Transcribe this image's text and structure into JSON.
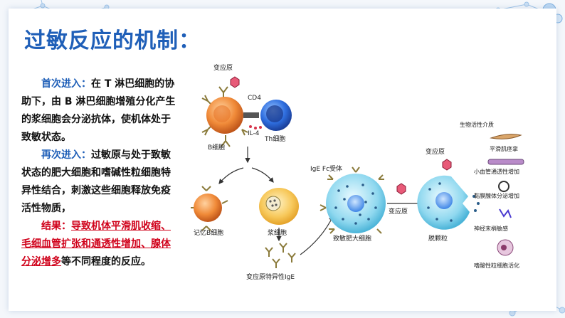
{
  "slide": {
    "title": "过敏反应的机制：",
    "paragraphs": {
      "first": {
        "label": "首次进入：",
        "text": "在 T 淋巴细胞的协助下，由 B 淋巴细胞增殖分化产生的浆细胞会分泌抗体，使机体处于致敏状态。"
      },
      "second": {
        "label": "再次进入：",
        "text": "过敏原与处于致敏状态的肥大细胞和嗜碱性粒细胞特异性结合，刺激这些细胞释放免疫活性物质，"
      },
      "result": {
        "label": "结果：",
        "underlined": "导致机体平滑肌收缩、毛细血管扩张和通透性增加、腺体分泌增多",
        "tail": "等不同程度的反应。"
      }
    },
    "figure": {
      "allergen_top": "变应原",
      "cd4": "CD4",
      "il4": "IL-4",
      "b_cell": "B细胞",
      "th_cell": "Th细胞",
      "memory_b": "记忆B细胞",
      "plasma_cell": "浆细胞",
      "ige": "变应原特异性IgE",
      "receptor": "IgE Fc受体",
      "mast_cell": "致敏肥大细胞",
      "allergen_mid": "变应原",
      "allergen_right": "变应原",
      "degranulation": "脱颗粒",
      "mediators_title": "生物活性介质",
      "effects": [
        "平滑肌痉挛",
        "小血管通透性增加",
        "黏膜腺体分泌增加",
        "神经末梢敏感",
        "嗜酸性粒细胞活化"
      ]
    }
  }
}
